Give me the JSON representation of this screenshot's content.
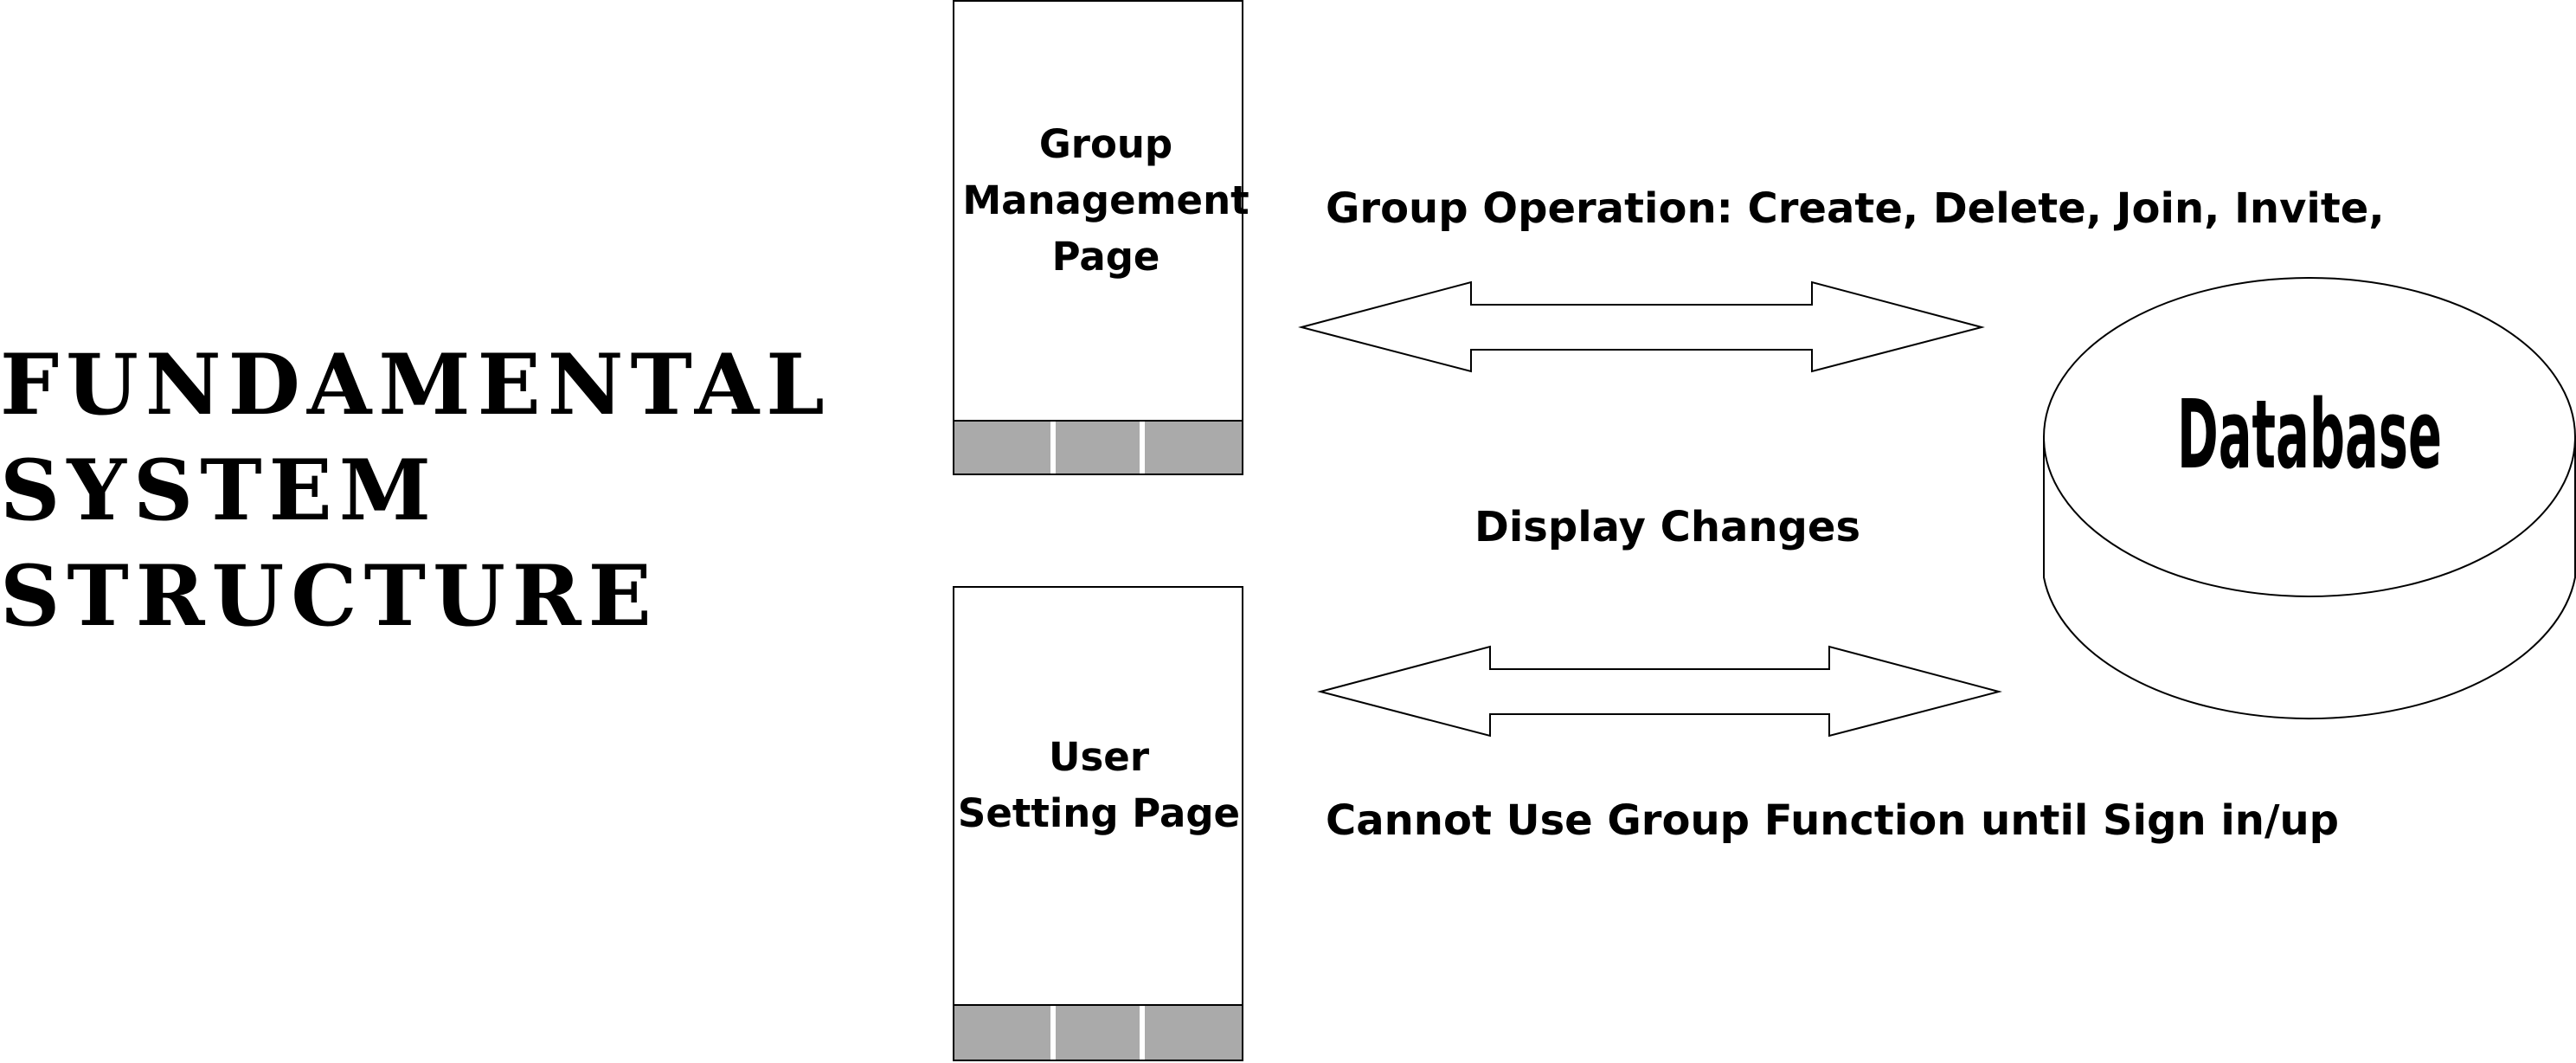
{
  "title": {
    "lines": [
      "FUNDAMENTAL",
      "SYSTEM",
      "STRUCTURE"
    ]
  },
  "pages": {
    "group_management": {
      "label_lines": [
        "Group",
        "Management",
        "Page"
      ]
    },
    "user_setting": {
      "label_lines": [
        "User",
        "Setting Page"
      ]
    }
  },
  "database": {
    "label": "Database"
  },
  "notes": {
    "group_operation": "Group Operation: Create, Delete, Join, Invite,",
    "display_changes": "Display Changes",
    "sign_in_notice": "Cannot Use Group Function until Sign in/up"
  },
  "colors": {
    "stroke": "#000000",
    "fill": "#ffffff",
    "footer_bar": "#aaaaaa",
    "footer_divider": "#ffffff"
  }
}
